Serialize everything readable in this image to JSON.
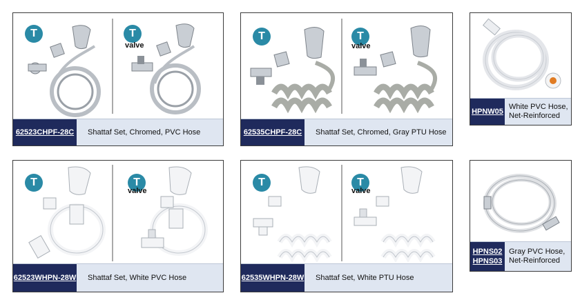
{
  "badge_letter": "T",
  "valve_text": "valve",
  "products": {
    "p1": {
      "code": "62523CHPF-28C",
      "desc": "Shattaf Set, Chromed, PVC Hose"
    },
    "p2": {
      "code": "62535CHPF-28C",
      "desc": "Shattaf Set, Chromed, Gray PTU Hose"
    },
    "p3": {
      "code": "HPNW05",
      "desc_line1": "White PVC Hose,",
      "desc_line2": "Net-Reinforced"
    },
    "p4": {
      "code": "62523WHPN-28W",
      "desc": "Shattaf Set, White PVC Hose"
    },
    "p5": {
      "code": "62535WHPN-28W",
      "desc": "Shattaf Set, White PTU Hose"
    },
    "p6": {
      "code_line1": "HPNS02",
      "code_line2": "HPNS03",
      "desc_line1": "Gray PVC Hose,",
      "desc_line2": "Net-Reinforced"
    }
  },
  "colors": {
    "badge": "#2a8aa6",
    "code_bg": "#1f2a5c",
    "footer_bg": "#dfe6f1",
    "chrome": "#b9bec4",
    "white_part": "#f3f4f6",
    "gray_hose": "#a9aca6"
  }
}
